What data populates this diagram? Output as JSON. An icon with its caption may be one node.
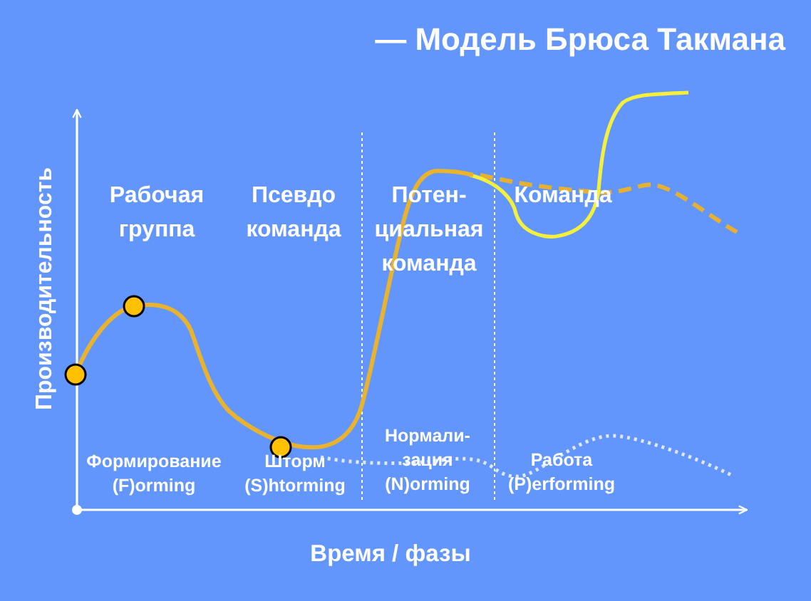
{
  "diagram": {
    "title": "— Модель Брюса Такмана",
    "labels": [
      "Производительность",
      "Рабочая группа",
      "Псевдо команда",
      "Потен-циальная команда",
      "Команда",
      "Формирование (F)orming",
      "Шторм (S)htorming",
      "Нормали-зация (N)orming",
      "Работа (P)erforming",
      "Время / фазы"
    ]
  }
}
